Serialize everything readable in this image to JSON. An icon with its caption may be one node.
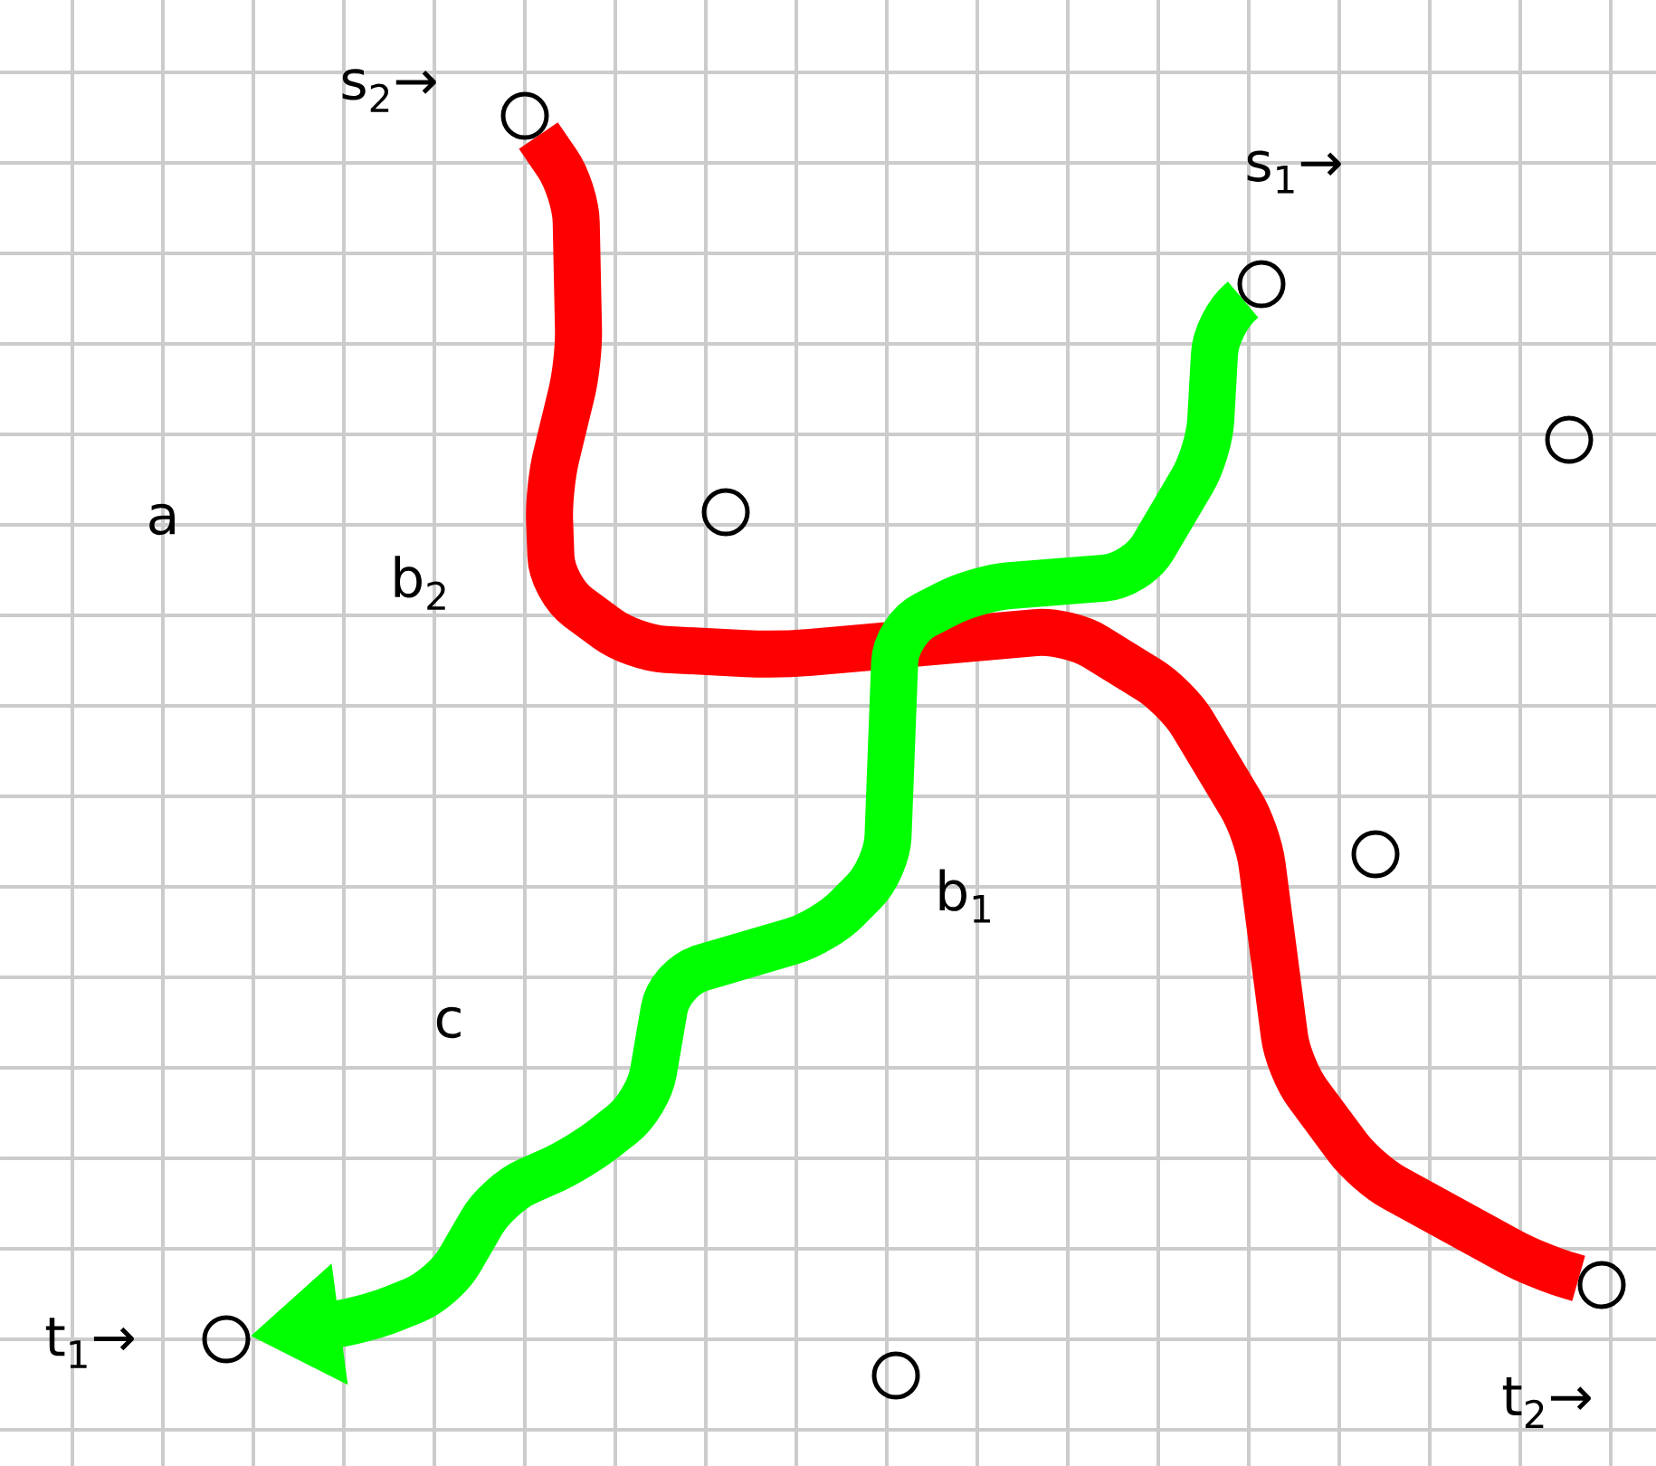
{
  "diagram": {
    "nodes": [
      {
        "text": [],
        "shape": "circle",
        "beside": [
          "s$_{2}$→"
        ]
      },
      {
        "text": [],
        "shape": "circle",
        "beside": [
          "s$_{1}$→"
        ]
      },
      {
        "text": [],
        "shape": "circle"
      },
      {
        "text": [],
        "shape": "circle"
      },
      {
        "text": [],
        "shape": "circle"
      },
      {
        "text": [],
        "shape": "circle",
        "beside": [
          "t$_{2}$→"
        ]
      },
      {
        "text": [],
        "shape": "circle",
        "beside": [
          "t$_{1}$→"
        ]
      },
      {
        "text": [],
        "shape": "circle"
      }
    ],
    "edges": [
      {
        "from": 0,
        "to": 5,
        "arrow": "none",
        "color": "#ff0000"
      },
      {
        "from": 1,
        "to": 6,
        "arrow": "to",
        "color": "#00ff00"
      }
    ],
    "labels": [
      "a",
      "b$_{2}$",
      "b$_{1}$",
      "c"
    ]
  }
}
